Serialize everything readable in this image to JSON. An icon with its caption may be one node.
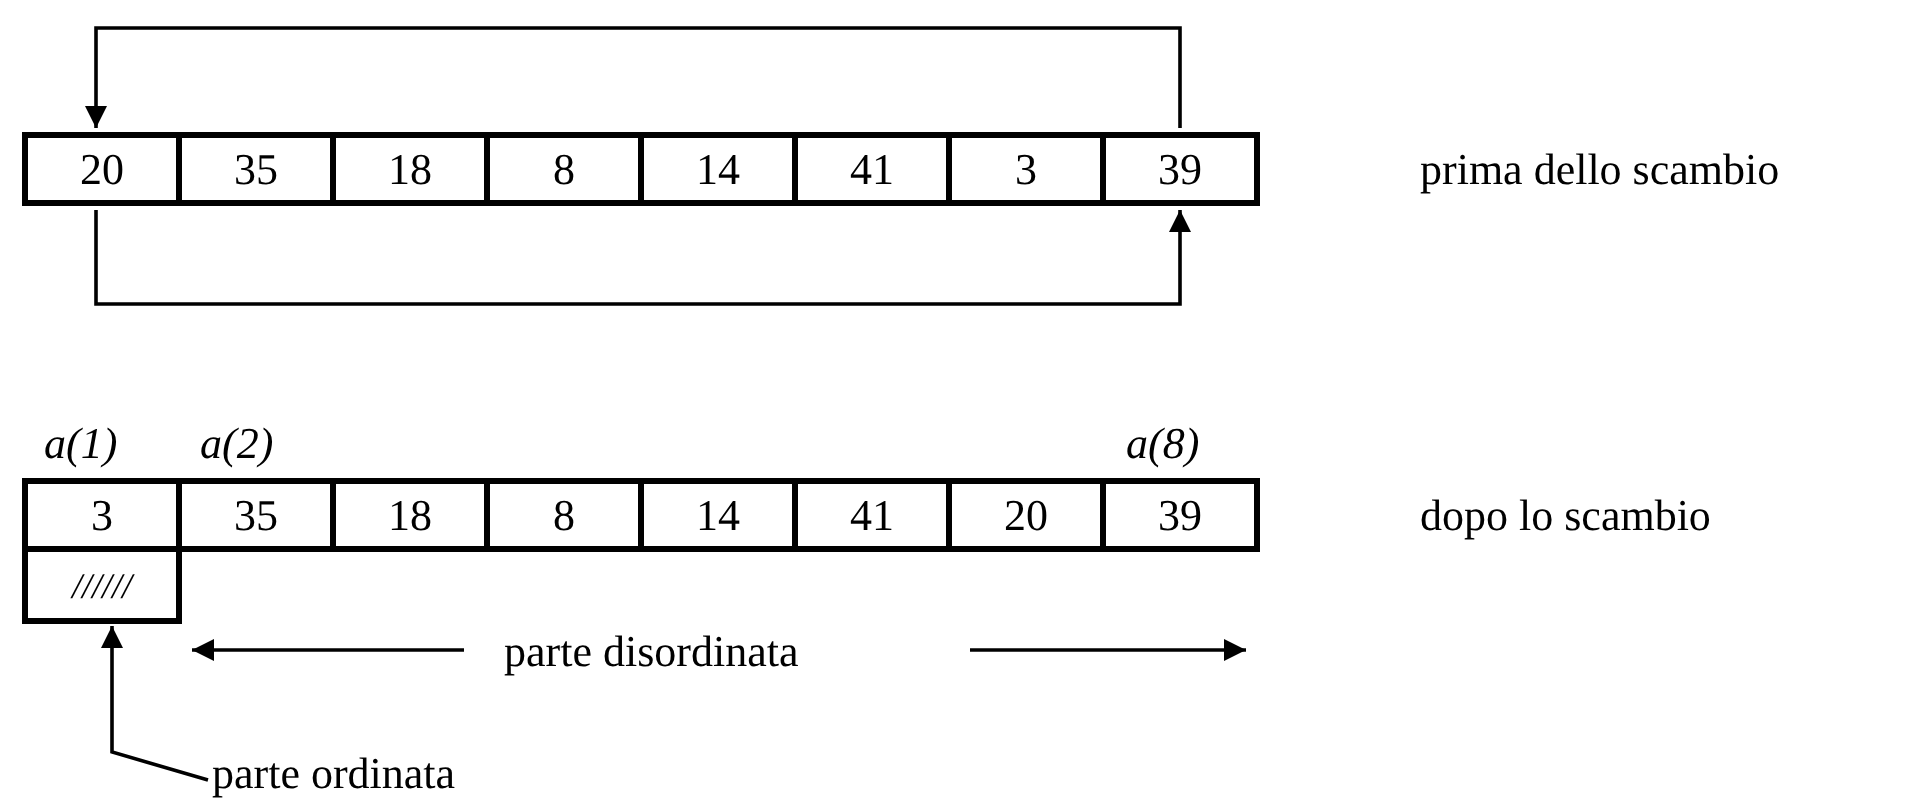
{
  "diagram": {
    "nodes": [
      {
        "text": [
          "20"
        ]
      },
      {
        "text": [
          "35"
        ]
      },
      {
        "text": [
          "18"
        ]
      },
      {
        "text": [
          "8"
        ]
      },
      {
        "text": [
          "14"
        ]
      },
      {
        "text": [
          "41"
        ]
      },
      {
        "text": [
          "3"
        ]
      },
      {
        "text": [
          "39"
        ]
      },
      {
        "text": [
          "3"
        ]
      },
      {
        "text": [
          "35"
        ]
      },
      {
        "text": [
          "18"
        ]
      },
      {
        "text": [
          "8"
        ]
      },
      {
        "text": [
          "14"
        ]
      },
      {
        "text": [
          "41"
        ]
      },
      {
        "text": [
          "20"
        ]
      },
      {
        "text": [
          "39"
        ]
      },
      {
        "text": [
          "//////"
        ]
      },
      {
        "text": [
          "parte ordinata"
        ]
      }
    ],
    "edges": [
      {
        "from": 7,
        "to": 0,
        "arrow": "to"
      },
      {
        "from": 0,
        "to": 7,
        "arrow": "to"
      },
      {
        "from": 17,
        "to": 16,
        "arrow": "to"
      }
    ],
    "labels": [
      "prima dello scambio",
      "a(1)",
      "a(2)",
      "a(8)",
      "dopo lo scambio",
      "parte disordinata"
    ]
  }
}
